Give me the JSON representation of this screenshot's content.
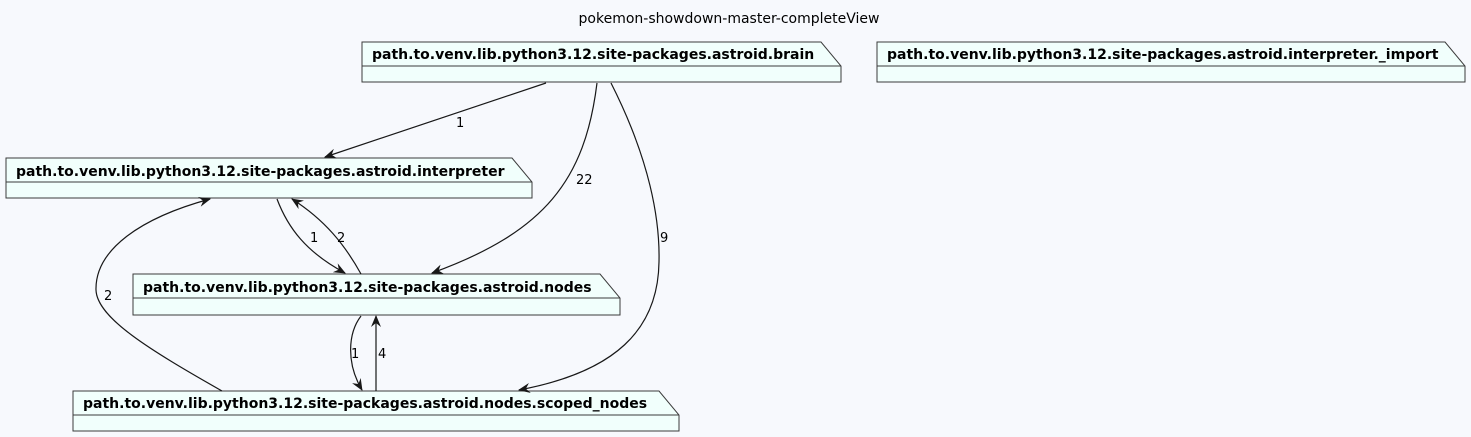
{
  "diagram": {
    "title": "pokemon-showdown-master-completeView",
    "packages": {
      "brain": "path.to.venv.lib.python3.12.site-packages.astroid.brain",
      "import": "path.to.venv.lib.python3.12.site-packages.astroid.interpreter._import",
      "interpreter": "path.to.venv.lib.python3.12.site-packages.astroid.interpreter",
      "nodes": "path.to.venv.lib.python3.12.site-packages.astroid.nodes",
      "scoped": "path.to.venv.lib.python3.12.site-packages.astroid.nodes.scoped_nodes"
    },
    "edges": {
      "brain_to_interpreter": "1",
      "brain_to_nodes": "22",
      "brain_to_scoped": "9",
      "interpreter_to_nodes": "1",
      "nodes_to_interpreter": "2",
      "scoped_to_interpreter": "2",
      "nodes_to_scoped": "1",
      "scoped_to_nodes": "4"
    }
  }
}
